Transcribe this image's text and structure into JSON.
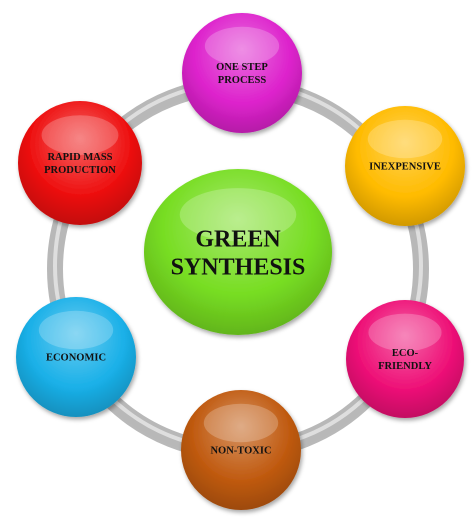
{
  "center": {
    "lines": [
      "GREEN",
      "SYNTHESIS"
    ],
    "color": "#77dd22"
  },
  "nodes": [
    {
      "id": "one-step-process",
      "lines": [
        "ONE STEP",
        "PROCESS"
      ],
      "color": "#dd22cc"
    },
    {
      "id": "inexpensive",
      "lines": [
        "INEXPENSIVE"
      ],
      "color": "#ffbb00"
    },
    {
      "id": "eco-friendly",
      "lines": [
        "ECO-",
        "FRIENDLY"
      ],
      "color": "#ee1177"
    },
    {
      "id": "non-toxic",
      "lines": [
        "NON-TOXIC"
      ],
      "color": "#c05a10"
    },
    {
      "id": "economic",
      "lines": [
        "ECONOMIC"
      ],
      "color": "#1ab0e8"
    },
    {
      "id": "rapid-mass-production",
      "lines": [
        "RAPID MASS",
        "PRODUCTION"
      ],
      "color": "#ee1111"
    }
  ],
  "ring": {
    "color": "#b8b8b8"
  }
}
